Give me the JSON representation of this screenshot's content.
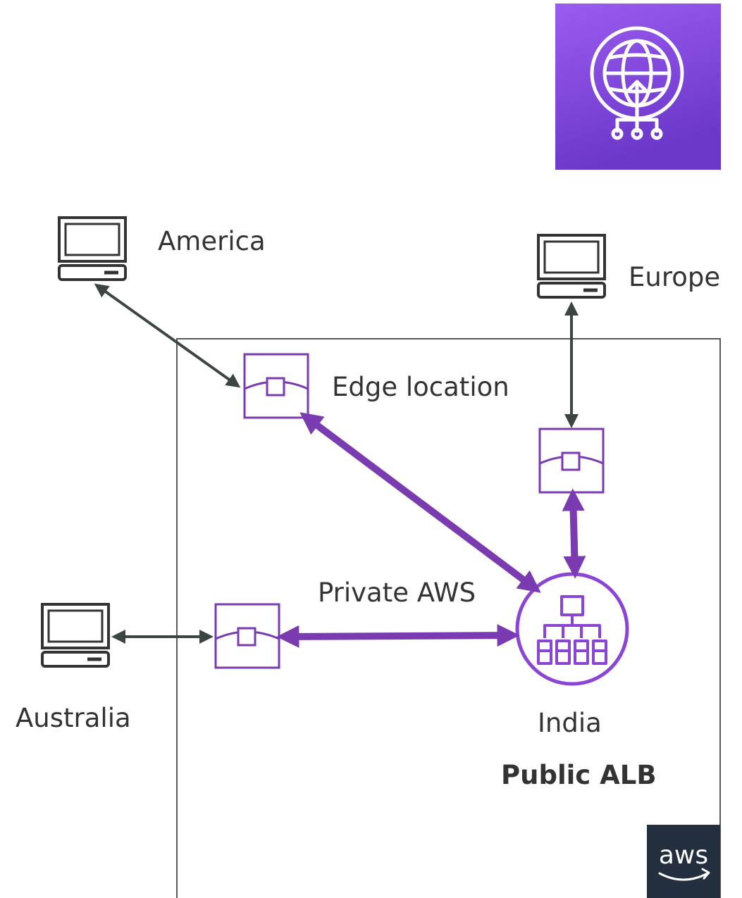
{
  "colors": {
    "purple": "#7a3bb0",
    "purple_icon": "#8a45d4",
    "dark_arrow": "#3d4542",
    "region_border": "#55595c",
    "tile_top": "#9b5cf0",
    "tile_bottom": "#6a37c9",
    "aws_badge": "#232f3e",
    "text": "#333333"
  },
  "service_icon": {
    "name": "global-accelerator-icon"
  },
  "clients": [
    {
      "id": "america",
      "label": "America",
      "icon": "desktop-computer-icon"
    },
    {
      "id": "europe",
      "label": "Europe",
      "icon": "desktop-computer-icon"
    },
    {
      "id": "australia",
      "label": "Australia",
      "icon": "desktop-computer-icon"
    }
  ],
  "edge_locations": [
    {
      "id": "edge-america",
      "label": "Edge location",
      "icon": "edge-location-icon"
    },
    {
      "id": "edge-europe",
      "label": "",
      "icon": "edge-location-icon"
    },
    {
      "id": "edge-australia",
      "label": "",
      "icon": "edge-location-icon"
    }
  ],
  "backend": {
    "region": "India",
    "name": "Public ALB",
    "icon": "application-load-balancer-icon"
  },
  "network_label": "Private AWS",
  "aws_badge": {
    "text": "aws",
    "icon": "aws-logo-icon"
  }
}
